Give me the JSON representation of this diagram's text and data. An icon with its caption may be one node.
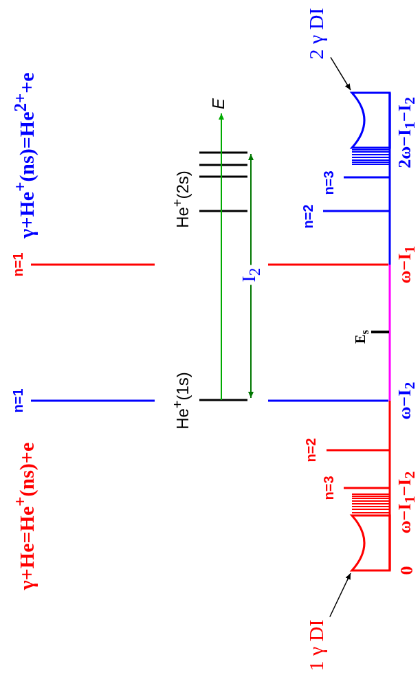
{
  "diagram": {
    "nodes": [
      {
        "text": [
          "2 γ DI"
        ]
      },
      {
        "text": [],
        "shape": "box"
      },
      {
        "text": [
          "1 γ DI"
        ]
      },
      {
        "text": [],
        "shape": "box"
      }
    ],
    "edges": [
      {
        "from": 0,
        "to": 1,
        "arrow": "to"
      },
      {
        "from": 2,
        "to": 3,
        "arrow": "to"
      }
    ],
    "labels": [
      "γ+He=He$^{+}$(ns)+e",
      "γ+He$^{+}$(ns)=He$^{2+}$+e",
      "n=1",
      "n=1",
      "He$^{+}$(1s)",
      "He$^{+}$(2s)",
      "E",
      "I$_{2}$",
      "E$_{s}$",
      "n=3",
      "n=2",
      "n=2",
      "n=3",
      "0",
      "ω−I$_{1}$−I$_{2}$",
      "ω−I$_{2}$",
      "ω−I$_{1}$",
      "2ω−I$_{1}$−I$_{2}$"
    ]
  }
}
